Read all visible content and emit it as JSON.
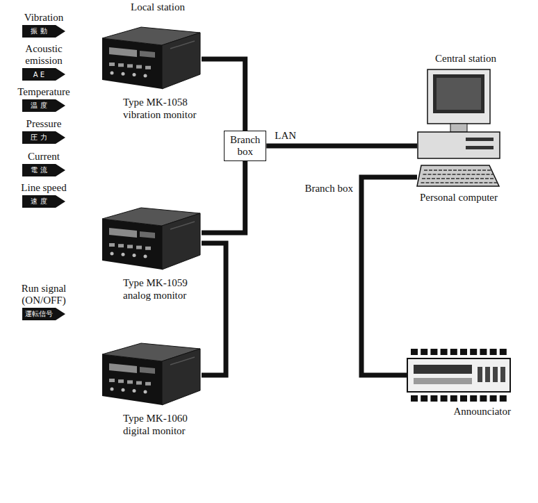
{
  "diagram": {
    "nodes": [
      {
        "text": [
          "Vibration",
          "振 動"
        ]
      },
      {
        "text": [
          "Acoustic emission",
          "A E"
        ]
      },
      {
        "text": [
          "Temperature",
          "温 度"
        ]
      },
      {
        "text": [
          "Pressure",
          "圧 力"
        ]
      },
      {
        "text": [
          "Current",
          "電 流"
        ]
      },
      {
        "text": [
          "Line speed",
          "速 度"
        ]
      },
      {
        "text": [
          "Run signal (ON/OFF)",
          "運転信号"
        ]
      },
      {
        "text": [
          "Type MK-1058 vibration monitor"
        ]
      },
      {
        "text": [
          "Branch box"
        ]
      },
      {
        "text": [
          "Personal computer"
        ]
      },
      {
        "text": [
          "Type MK-1059 analog monitor"
        ]
      },
      {
        "text": [
          "Type MK-1060 digital monitor"
        ]
      },
      {
        "text": [
          "Announciator"
        ]
      }
    ],
    "edges": [
      {
        "from": 7,
        "to": 8,
        "arrow": "none"
      },
      {
        "from": 10,
        "to": 8,
        "arrow": "none"
      },
      {
        "from": 10,
        "to": 11,
        "arrow": "none"
      },
      {
        "from": 8,
        "to": 9,
        "arrow": "none",
        "label": "LAN"
      },
      {
        "from": 9,
        "to": 12,
        "arrow": "none",
        "label": "Branch box"
      }
    ],
    "labels": [
      "Local station",
      "Central station"
    ]
  }
}
